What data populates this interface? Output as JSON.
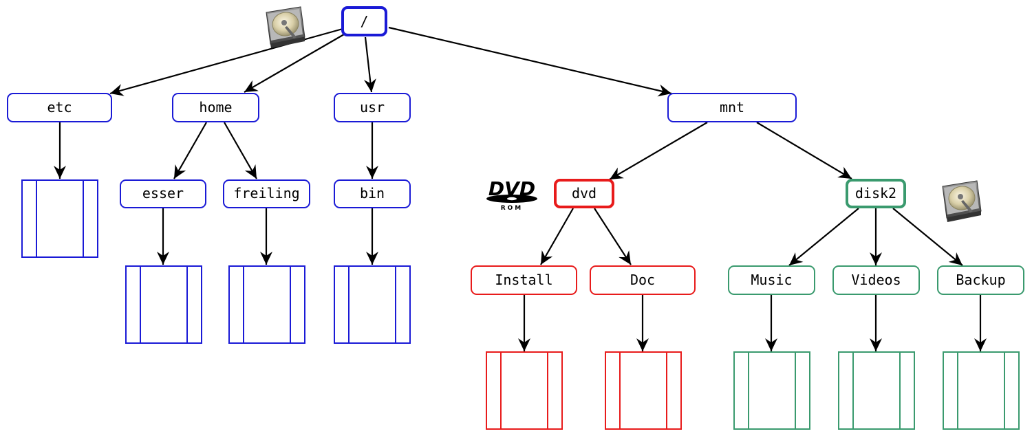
{
  "colors": {
    "system": "#1a1ad6",
    "dvd": "#e81b1b",
    "disk2": "#3a9a6e",
    "edge": "#000000"
  },
  "icons": {
    "root_disk": "hard-drive-icon",
    "dvd_media": "dvd-rom-icon",
    "disk2_media": "hard-drive-icon"
  },
  "dvd_icon": {
    "brand": "DVD",
    "sub": "ROM"
  },
  "nodes": {
    "root": "/",
    "etc": "etc",
    "home": "home",
    "usr": "usr",
    "mnt": "mnt",
    "esser": "esser",
    "freiling": "freiling",
    "bin": "bin",
    "dvd": "dvd",
    "disk2": "disk2",
    "install": "Install",
    "doc": "Doc",
    "music": "Music",
    "videos": "Videos",
    "backup": "Backup"
  }
}
